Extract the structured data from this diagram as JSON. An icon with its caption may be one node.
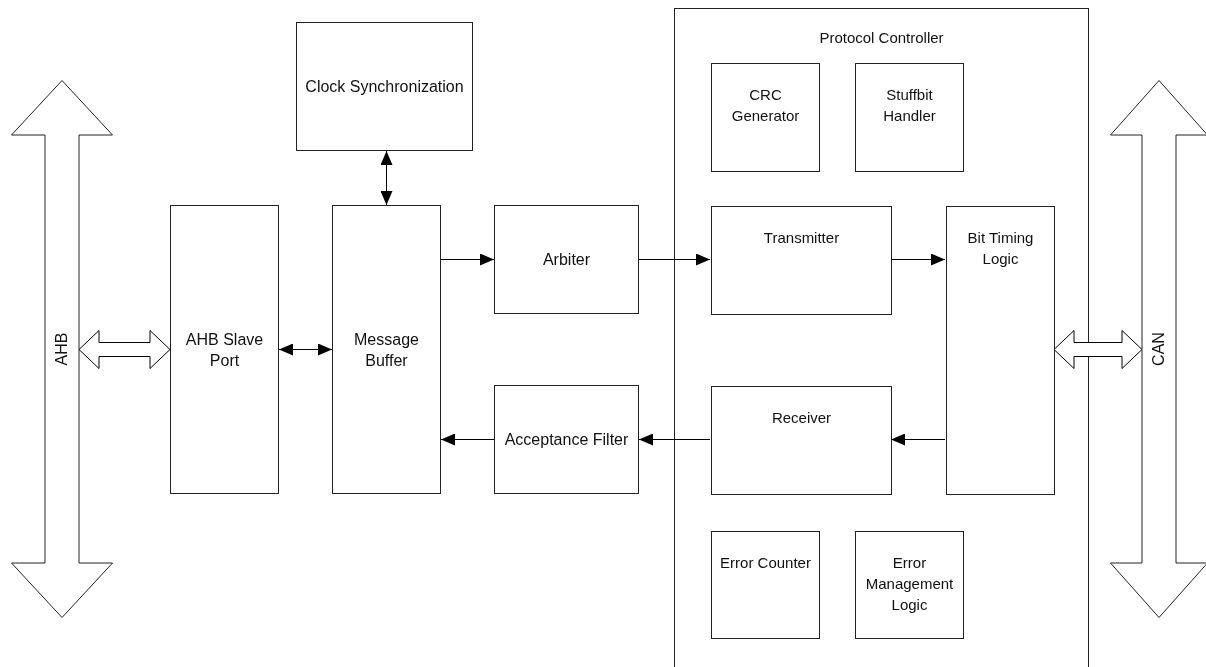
{
  "diagram": {
    "nodes": [
      {
        "text": [
          "AHB"
        ]
      },
      {
        "text": [
          "AHB Slave Port"
        ]
      },
      {
        "text": [
          "Clock Synchronization"
        ]
      },
      {
        "text": [
          "Message Buffer"
        ]
      },
      {
        "text": [
          "Arbiter"
        ]
      },
      {
        "text": [
          "Acceptance Filter"
        ]
      },
      {
        "text": [
          "Protocol Controller"
        ]
      },
      {
        "text": [
          "CRC Generator"
        ],
        "in": 6
      },
      {
        "text": [
          "Stuffbit Handler"
        ],
        "in": 6
      },
      {
        "text": [
          "Transmitter"
        ],
        "in": 6
      },
      {
        "text": [
          "Bit Timing Logic"
        ],
        "in": 6
      },
      {
        "text": [
          "Receiver"
        ],
        "in": 6
      },
      {
        "text": [
          "Error Counter"
        ],
        "in": 6
      },
      {
        "text": [
          "Error Management Logic"
        ],
        "in": 6
      },
      {
        "text": [
          "CAN"
        ]
      }
    ],
    "edges": [
      {
        "from": 0,
        "to": 1,
        "arrow": "both",
        "style": "thick"
      },
      {
        "from": 1,
        "to": 3,
        "arrow": "both"
      },
      {
        "from": 2,
        "to": 3,
        "arrow": "both"
      },
      {
        "from": 3,
        "to": 4,
        "arrow": "to"
      },
      {
        "from": 4,
        "to": 9,
        "arrow": "to"
      },
      {
        "from": 9,
        "to": 10,
        "arrow": "to"
      },
      {
        "from": 10,
        "to": 11,
        "arrow": "to"
      },
      {
        "from": 11,
        "to": 5,
        "arrow": "to"
      },
      {
        "from": 5,
        "to": 3,
        "arrow": "to"
      },
      {
        "from": 10,
        "to": 14,
        "arrow": "both",
        "style": "thick"
      }
    ]
  }
}
